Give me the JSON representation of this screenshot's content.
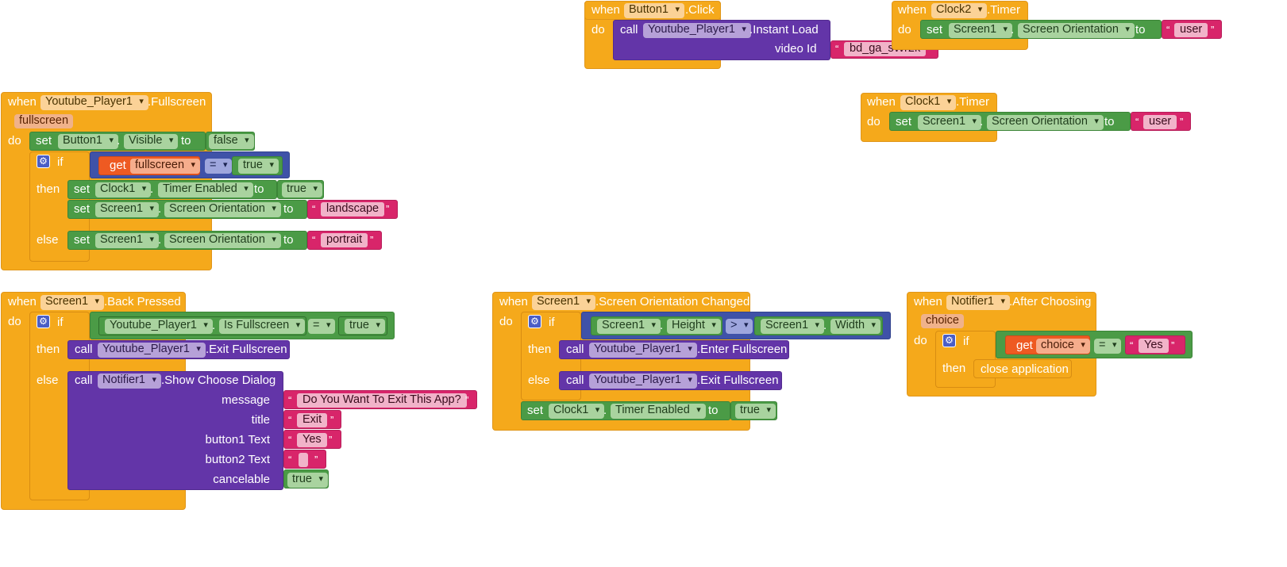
{
  "kw": {
    "when": "when",
    "do": "do",
    "call": "call",
    "set": "set",
    "to": "to",
    "if": "if",
    "then": "then",
    "else": "else",
    "get": "get",
    "dot": ".",
    "open_quote": "“",
    "close_quote": "”"
  },
  "b1": {
    "component": "Button1",
    "event": ".Click",
    "component2": "Youtube_Player1",
    "method": ".Instant Load",
    "arg_label": "video Id",
    "arg_value": "bd_ga_sWr2k"
  },
  "b2": {
    "component": "Clock2",
    "event": ".Timer",
    "target": "Screen1",
    "prop": "Screen Orientation",
    "value": "user"
  },
  "b3": {
    "component": "Youtube_Player1",
    "event": ".Fullscreen",
    "param": "fullscreen",
    "set1_comp": "Button1",
    "set1_prop": "Visible",
    "set1_val": "false",
    "get_var": "fullscreen",
    "op": "=",
    "cmp_val": "true",
    "then1_comp": "Clock1",
    "then1_prop": "Timer Enabled",
    "then1_val": "true",
    "then2_comp": "Screen1",
    "then2_prop": "Screen Orientation",
    "then2_val": "landscape",
    "else_comp": "Screen1",
    "else_prop": "Screen Orientation",
    "else_val": "portrait"
  },
  "b4": {
    "component": "Clock1",
    "event": ".Timer",
    "target": "Screen1",
    "prop": "Screen Orientation",
    "value": "user"
  },
  "b5": {
    "component": "Screen1",
    "event": ".Back Pressed",
    "cond_comp": "Youtube_Player1",
    "cond_prop": "Is Fullscreen",
    "op": "=",
    "cmp_val": "true",
    "then_comp": "Youtube_Player1",
    "then_method": ".Exit Fullscreen",
    "else_comp": "Notifier1",
    "else_method": ".Show Choose Dialog",
    "arg1_label": "message",
    "arg1_value": "Do You Want To Exit This App?",
    "arg2_label": "title",
    "arg2_value": "Exit",
    "arg3_label": "button1 Text",
    "arg3_value": "Yes",
    "arg4_label": "button2 Text",
    "arg4_value": "",
    "arg5_label": "cancelable",
    "arg5_value": "true"
  },
  "b6": {
    "component": "Screen1",
    "event": ".Screen Orientation Changed",
    "l_comp": "Screen1",
    "l_prop": "Height",
    "op": ">",
    "r_comp": "Screen1",
    "r_prop": "Width",
    "then_comp": "Youtube_Player1",
    "then_method": ".Enter Fullscreen",
    "else_comp": "Youtube_Player1",
    "else_method": ".Exit Fullscreen",
    "set_comp": "Clock1",
    "set_prop": "Timer Enabled",
    "set_val": "true"
  },
  "b7": {
    "component": "Notifier1",
    "event": ".After Choosing",
    "param": "choice",
    "get_var": "choice",
    "op": "=",
    "cmp_val": "Yes",
    "then_action": "close application"
  },
  "colors": {
    "event": "#f5a91b",
    "setter": "#4b9b46",
    "call": "#6335a8",
    "text": "#d8256a",
    "logic": "#3f52a8",
    "getter": "#ee5a22"
  }
}
